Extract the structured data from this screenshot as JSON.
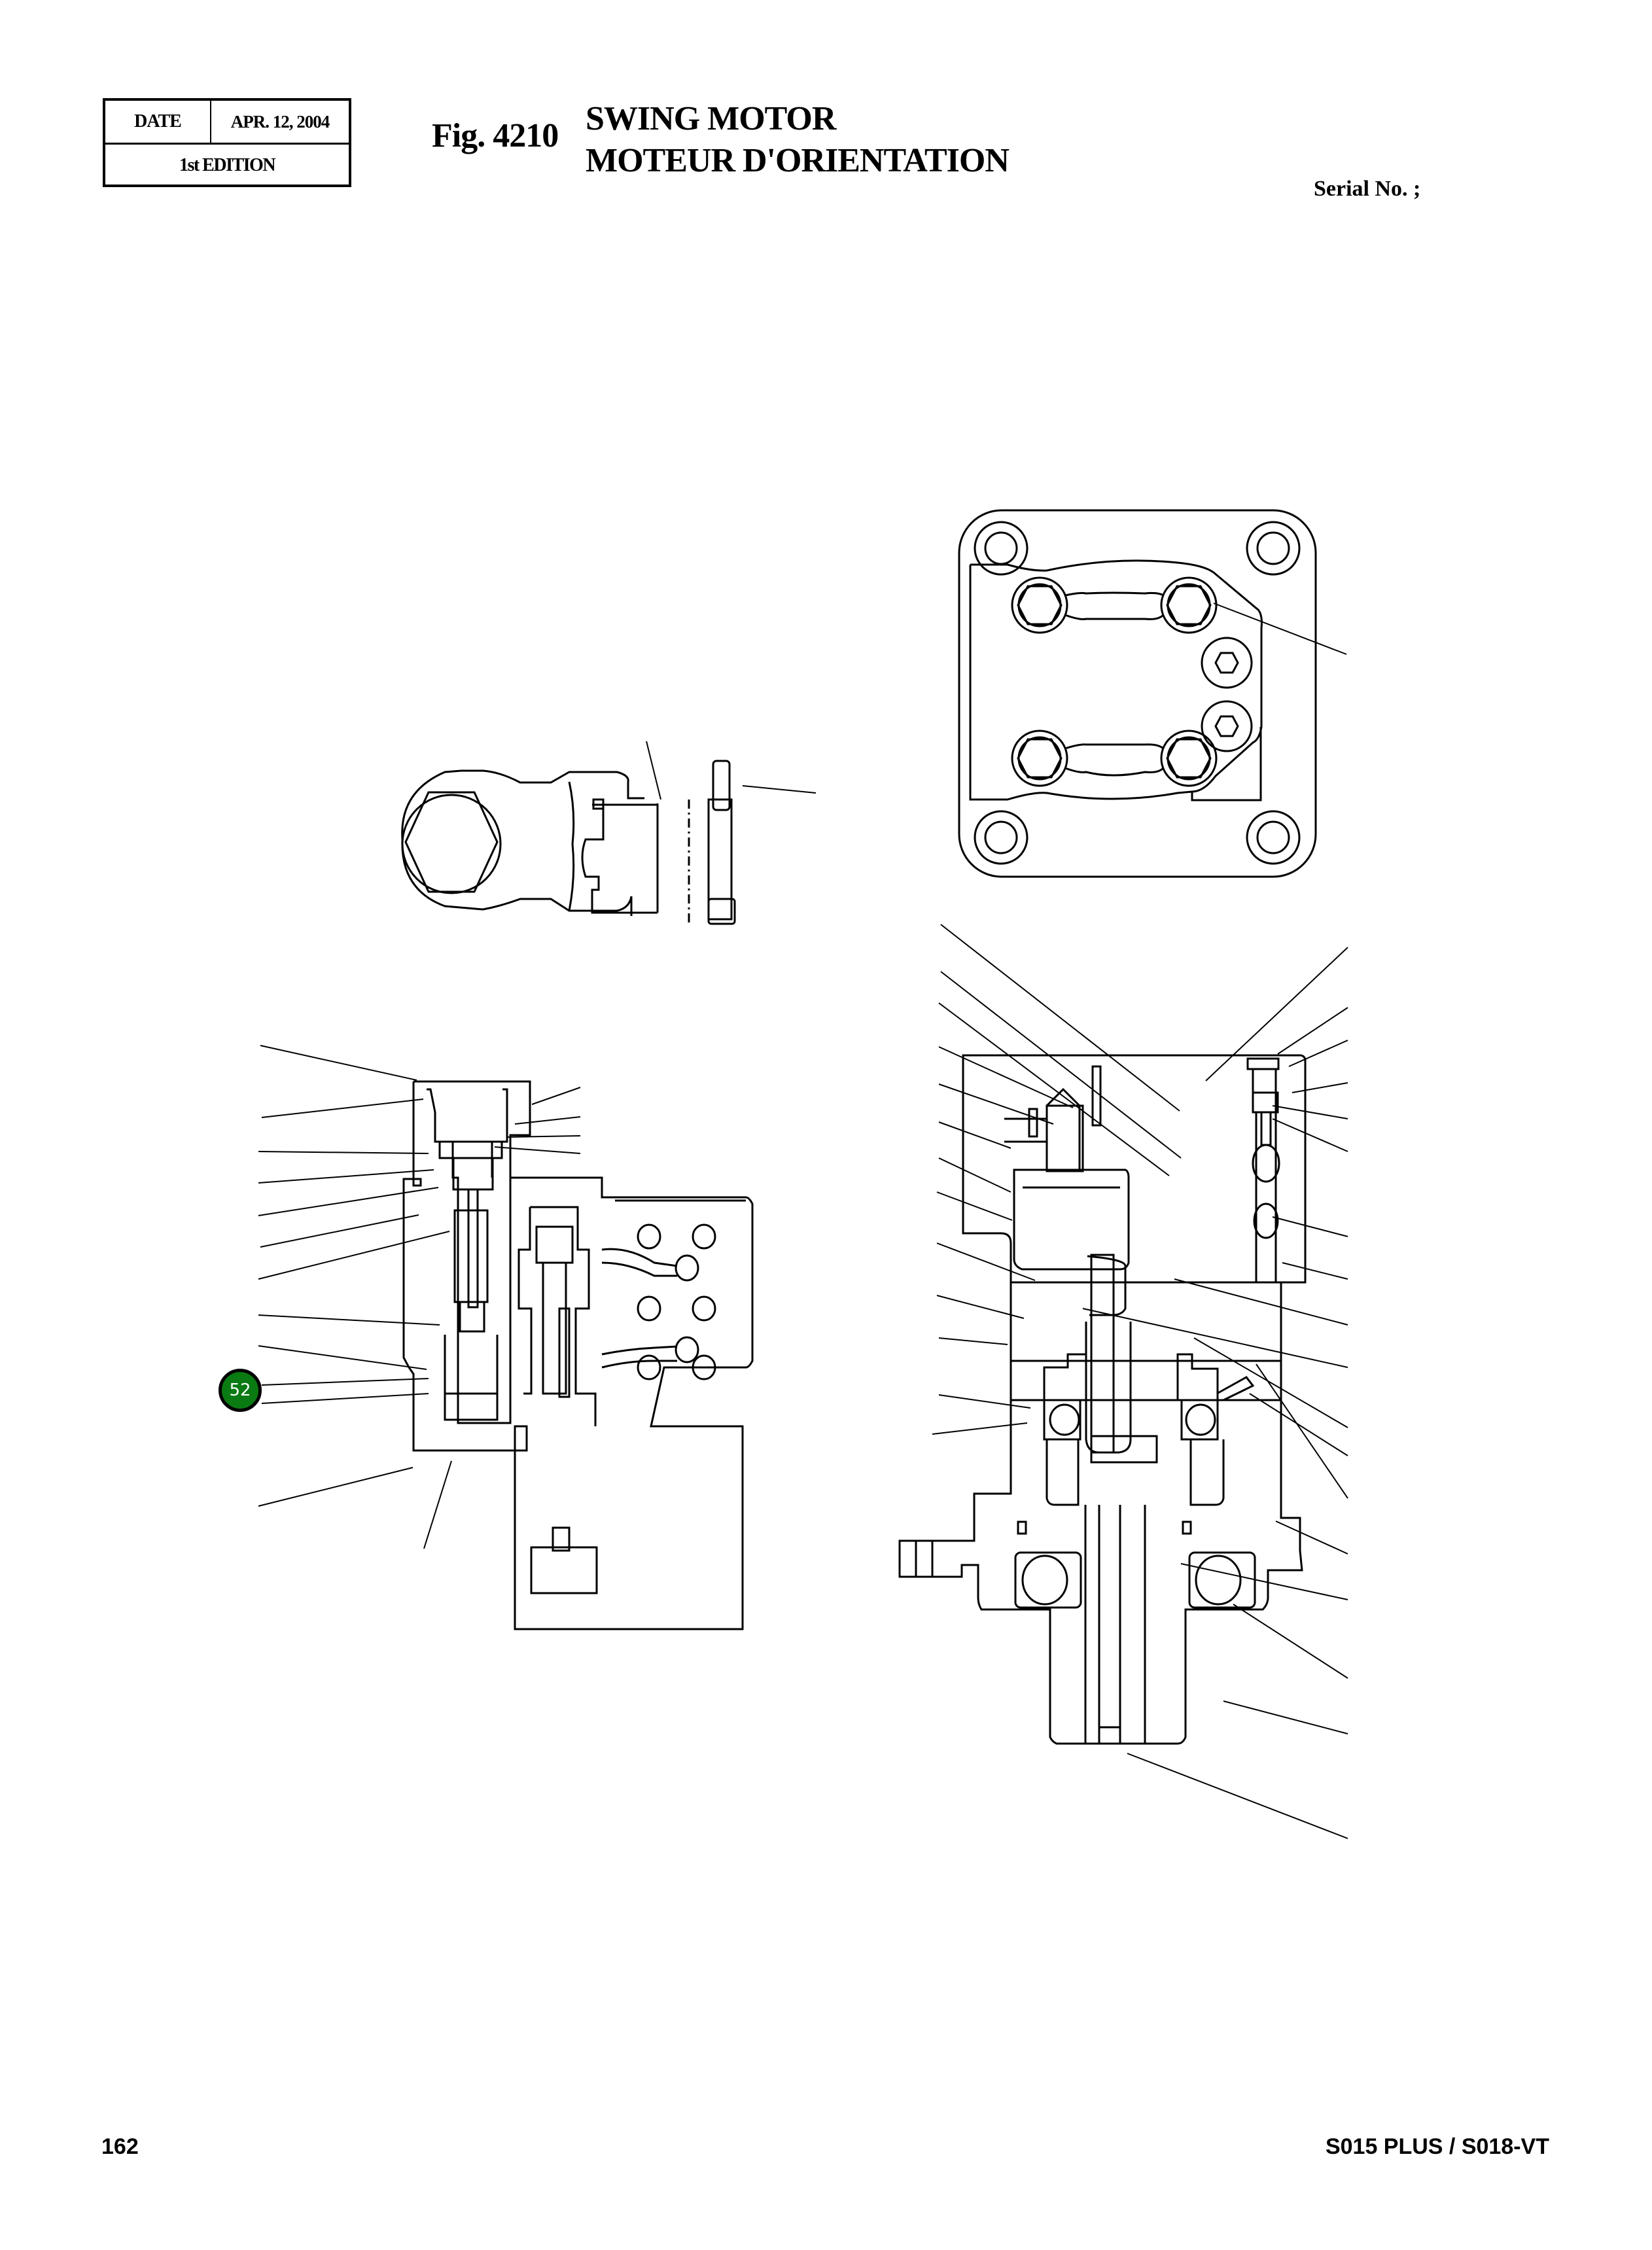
{
  "header": {
    "date_label": "DATE",
    "date_value": "APR. 12, 2004",
    "edition": "1st EDITION",
    "figure_number": "Fig. 4210",
    "title_en": "SWING MOTOR",
    "title_fr": "MOTEUR D'ORIENTATION",
    "serial_label": "Serial No. ;"
  },
  "diagram": {
    "views": [
      {
        "name": "top-plan-view",
        "description": "Swing motor top flange with four mounting bolts and two hex plugs"
      },
      {
        "name": "side-section-view",
        "description": "Side section of valve block with cap screw"
      },
      {
        "name": "relief-valve-section",
        "description": "Relief valve cartridge cross-section"
      },
      {
        "name": "motor-main-section",
        "description": "Main swing motor cross-section with shaft and bearings"
      }
    ],
    "callouts": [
      {
        "number": "52",
        "color": "#0a7a12",
        "text_color": "#ffffff"
      }
    ],
    "line_color": "#000000"
  },
  "footer": {
    "page_number": "162",
    "model": "S015 PLUS / S018-VT"
  }
}
